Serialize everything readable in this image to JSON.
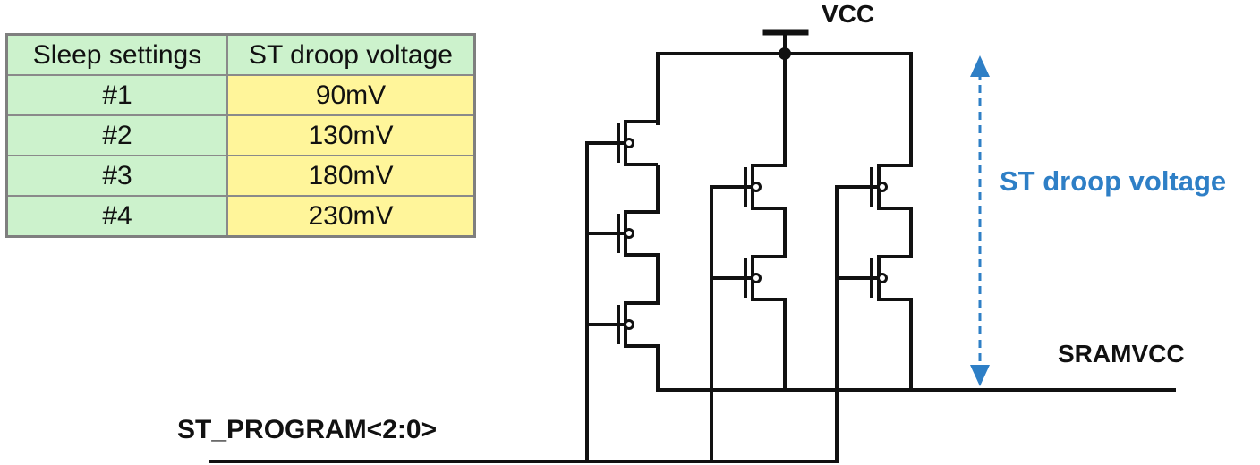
{
  "table": {
    "headers": [
      "Sleep settings",
      "ST droop voltage"
    ],
    "rows": [
      [
        "#1",
        "90mV"
      ],
      [
        "#2",
        "130mV"
      ],
      [
        "#3",
        "180mV"
      ],
      [
        "#4",
        "230mV"
      ]
    ]
  },
  "labels": {
    "vcc": "VCC",
    "sramvcc": "SRAMVCC",
    "st_program": "ST_PROGRAM<2:0>",
    "droop": "ST droop voltage"
  },
  "colors": {
    "header_bg": "#ccf2cc",
    "setting_bg": "#ccf2cc",
    "voltage_bg": "#fff59a",
    "droop_arrow": "#2e7fc6",
    "wire": "#111111"
  }
}
